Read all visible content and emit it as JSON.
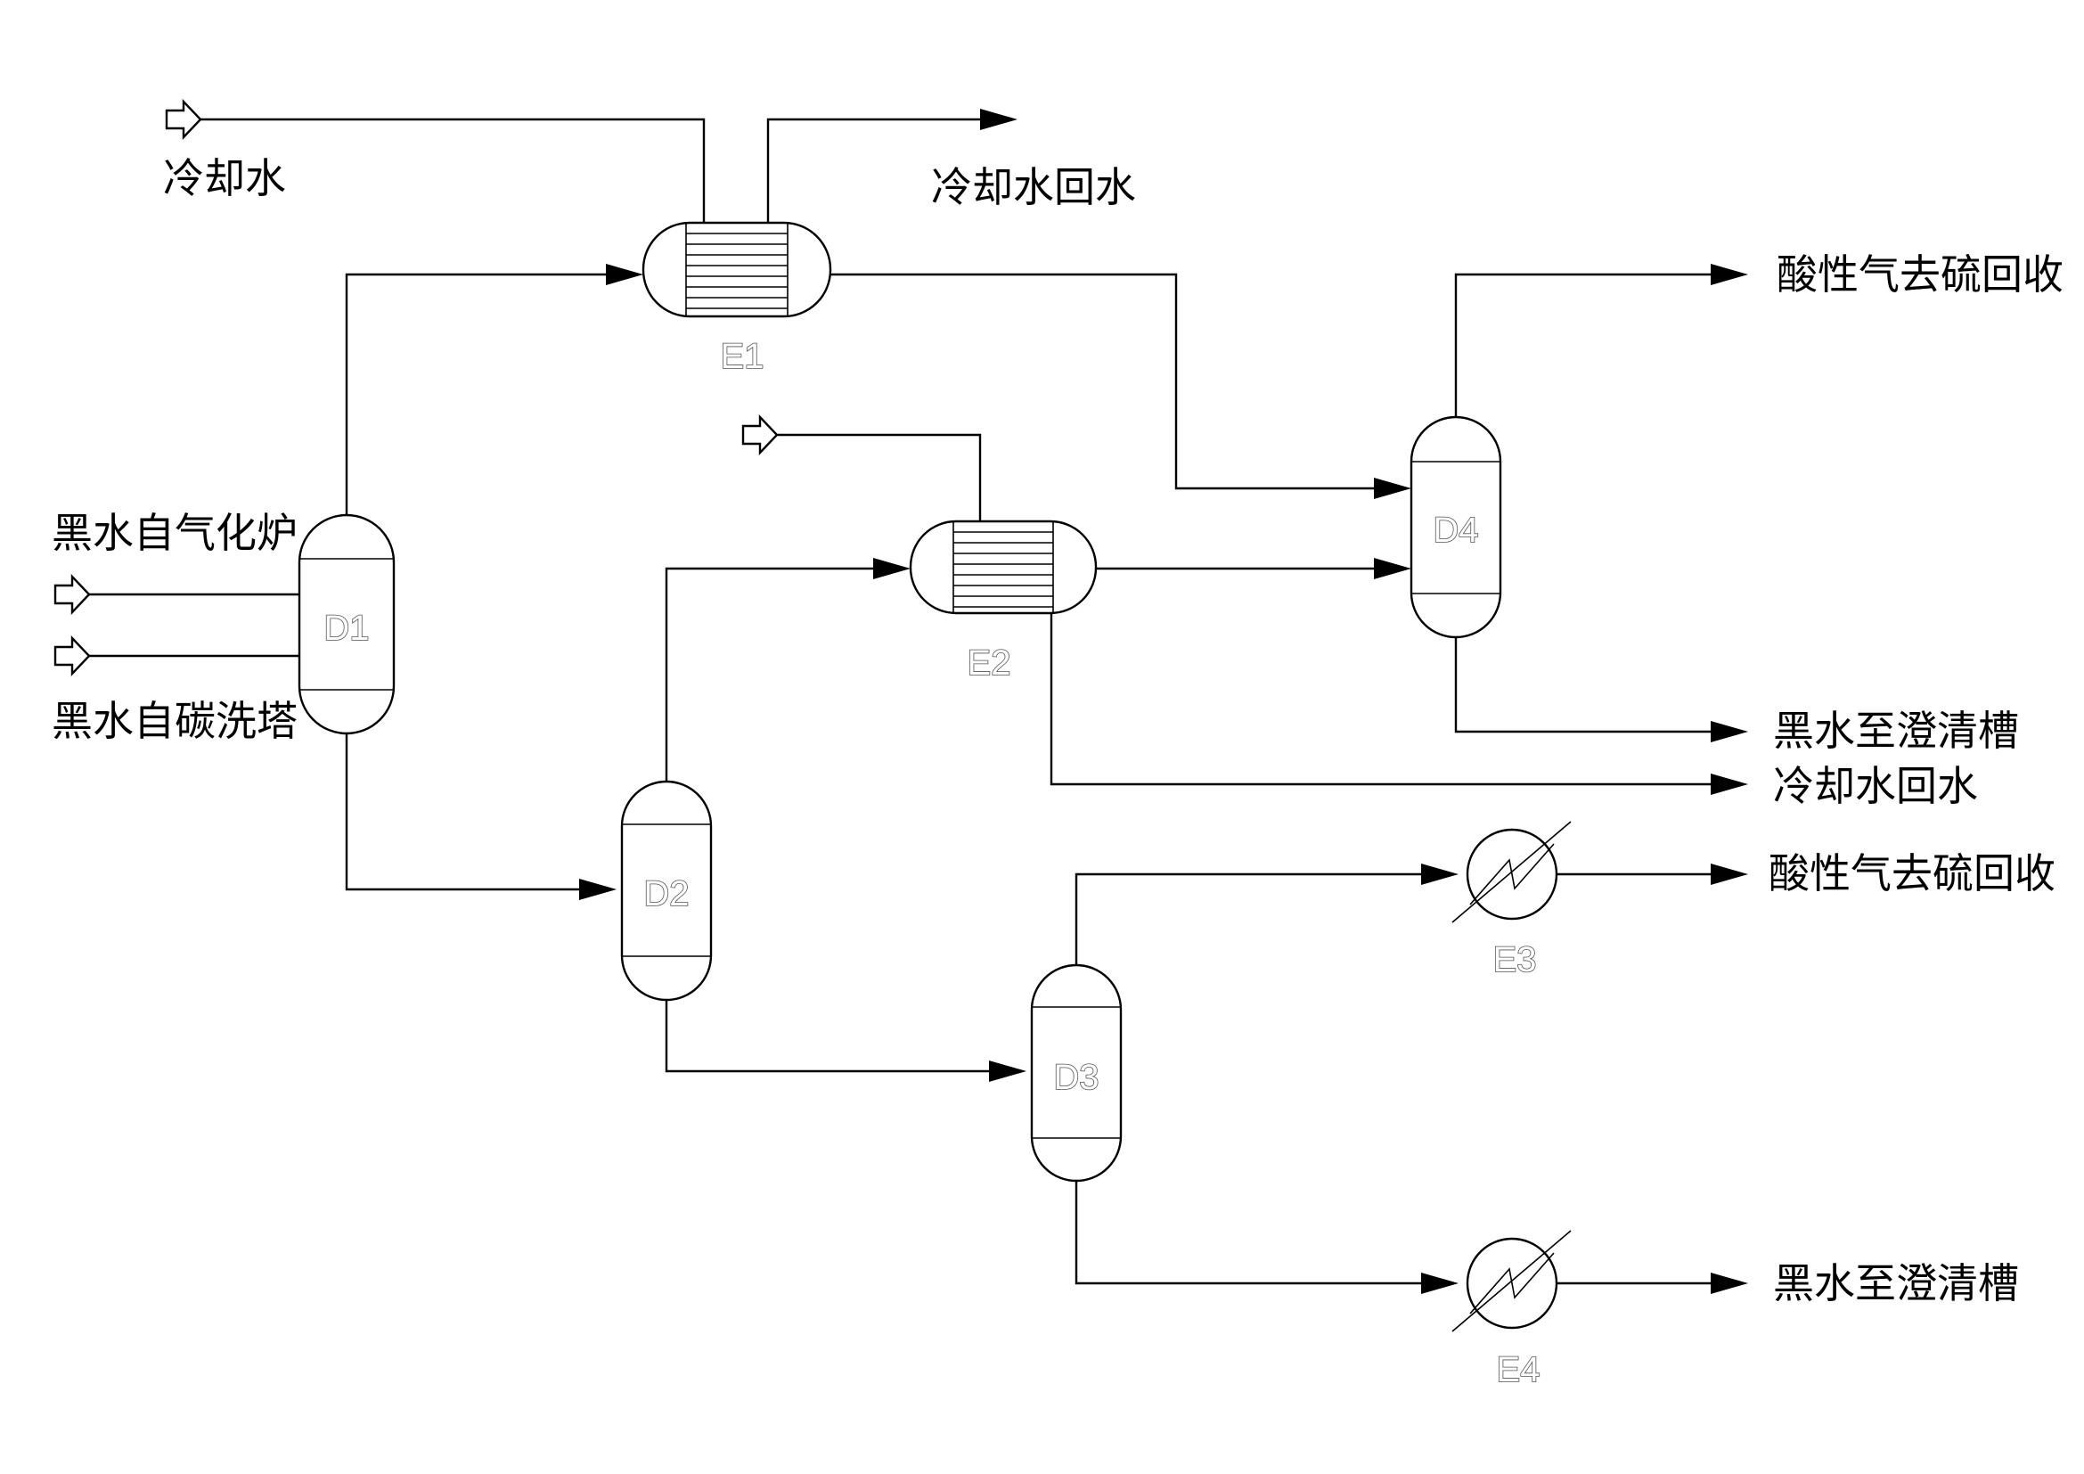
{
  "labels": {
    "cooling_water_in": "冷却水",
    "cooling_water_return_top": "冷却水回水",
    "acid_gas_out_1": "酸性气去硫回收",
    "black_water_from_gasifier": "黑水自气化炉",
    "black_water_from_scrubber": "黑水自碳洗塔",
    "black_water_to_clarifier_1": "黑水至澄清槽",
    "cooling_water_return_e2": "冷却水回水",
    "acid_gas_out_2": "酸性气去硫回收",
    "black_water_to_clarifier_2": "黑水至澄清槽"
  },
  "equipment": {
    "d1": "D1",
    "d2": "D2",
    "d3": "D3",
    "d4": "D4",
    "e1": "E1",
    "e2": "E2",
    "e3": "E3",
    "e4": "E4"
  }
}
